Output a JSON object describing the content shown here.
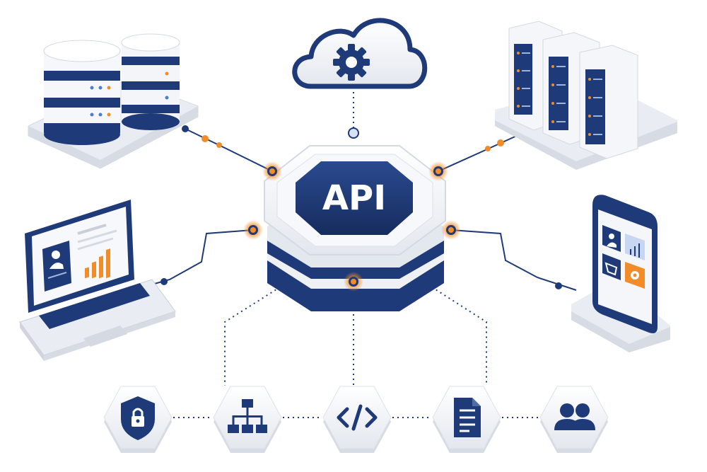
{
  "hub": {
    "label": "API"
  },
  "colors": {
    "navy": "#1e3a78",
    "navy_dark": "#162c5e",
    "orange": "#f28c28",
    "light_gray": "#eef0f4",
    "mid_gray": "#d5d9e2",
    "white": "#ffffff"
  },
  "nodes": [
    {
      "name": "cloud-settings",
      "icon": "gear-icon"
    },
    {
      "name": "database-cluster",
      "icon": "database-icon"
    },
    {
      "name": "server-rack",
      "icon": "server-icon"
    },
    {
      "name": "laptop-dashboard",
      "icon": "laptop-icon"
    },
    {
      "name": "mobile-app",
      "icon": "smartphone-icon"
    }
  ],
  "features": [
    {
      "name": "security",
      "icon": "shield-lock-icon"
    },
    {
      "name": "hierarchy",
      "icon": "sitemap-icon"
    },
    {
      "name": "code",
      "icon": "code-icon"
    },
    {
      "name": "documentation",
      "icon": "document-icon"
    },
    {
      "name": "users",
      "icon": "users-icon"
    }
  ]
}
